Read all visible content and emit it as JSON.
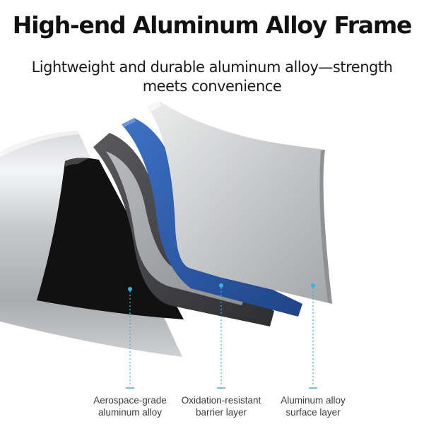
{
  "title": "High-end Aluminum Alloy Frame",
  "subtitle": {
    "line1": "Lightweight and durable aluminum alloy—strength",
    "line2": "meets convenience"
  },
  "callouts": [
    {
      "line1": "Aerospace-grade",
      "line2": "aluminum alloy"
    },
    {
      "line1": "Oxidation-resistant",
      "line2": "barrier layer"
    },
    {
      "line1": "Aluminum alloy",
      "line2": "surface layer"
    }
  ],
  "colors": {
    "pointer": "#3bb3d6",
    "blue_layer": "#2f5fa8",
    "dark_layer": "#3c3c3c",
    "black_core": "#111111"
  }
}
